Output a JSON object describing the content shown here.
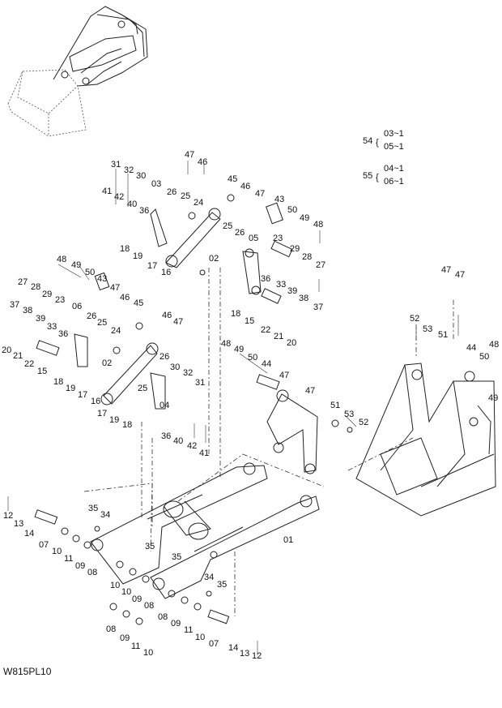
{
  "drawing": {
    "code": "W815PL10",
    "groups": [
      {
        "number": "54",
        "items": [
          "03~1",
          "05~1"
        ]
      },
      {
        "number": "55",
        "items": [
          "04~1",
          "06~1"
        ]
      }
    ],
    "callouts_upper_right_assembly": [
      "31",
      "32",
      "30",
      "03",
      "26",
      "25",
      "24",
      "41",
      "42",
      "40",
      "36",
      "18",
      "19",
      "17",
      "16",
      "02",
      "47",
      "46",
      "45",
      "46",
      "47",
      "43",
      "50",
      "49",
      "48",
      "25",
      "26",
      "05",
      "23",
      "29",
      "28",
      "27",
      "36",
      "33",
      "39",
      "38",
      "37",
      "22",
      "21",
      "20",
      "18",
      "15"
    ],
    "callouts_upper_left_assembly": [
      "48",
      "49",
      "50",
      "43",
      "47",
      "46",
      "45",
      "27",
      "28",
      "29",
      "23",
      "06",
      "37",
      "38",
      "39",
      "33",
      "36",
      "26",
      "25",
      "24",
      "20",
      "21",
      "22",
      "15",
      "18",
      "19",
      "17",
      "16",
      "02",
      "46",
      "47",
      "26",
      "30",
      "32",
      "31",
      "25",
      "04",
      "17",
      "19",
      "18",
      "36",
      "40",
      "42",
      "41"
    ],
    "callouts_center": [
      "48",
      "49",
      "50",
      "44",
      "47",
      "47",
      "51",
      "53",
      "52"
    ],
    "callouts_frame": [
      "47",
      "47",
      "52",
      "53",
      "51",
      "44",
      "50",
      "48",
      "49"
    ],
    "callouts_lower": [
      "12",
      "13",
      "14",
      "07",
      "10",
      "11",
      "09",
      "08",
      "35",
      "34",
      "35",
      "01",
      "35",
      "34",
      "35",
      "10",
      "09",
      "08",
      "10",
      "08",
      "09",
      "11",
      "10",
      "08",
      "09",
      "11",
      "10",
      "07",
      "14",
      "13",
      "12"
    ]
  }
}
